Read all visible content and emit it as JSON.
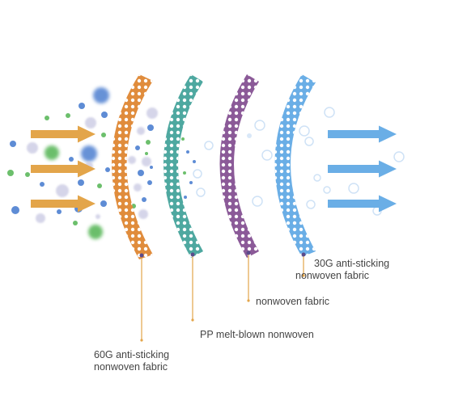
{
  "labels": {
    "layer4": {
      "line1": "30G anti-sticking",
      "line2": "nonwoven fabric"
    },
    "layer3": {
      "line1": "nonwoven fabric"
    },
    "layer2": {
      "line1": "PP melt-blown nonwoven"
    },
    "layer1": {
      "line1": "60G anti-sticking",
      "line2": "nonwoven fabric"
    }
  },
  "colors": {
    "layer1": "#e08c3c",
    "layer2": "#4ea8a0",
    "layer3": "#8b5a98",
    "layer4": "#6aaee6",
    "incoming_arrows": "#e3a54a",
    "outgoing_arrows": "#6aaee6",
    "leader_lines": "#e3a54a",
    "particle_blue": "#4d7fd0",
    "particle_green": "#5cb85c",
    "particle_lilac": "#c8c8e2"
  },
  "icons": {
    "incoming": "arrow-right-icon",
    "outgoing": "arrow-right-icon"
  }
}
